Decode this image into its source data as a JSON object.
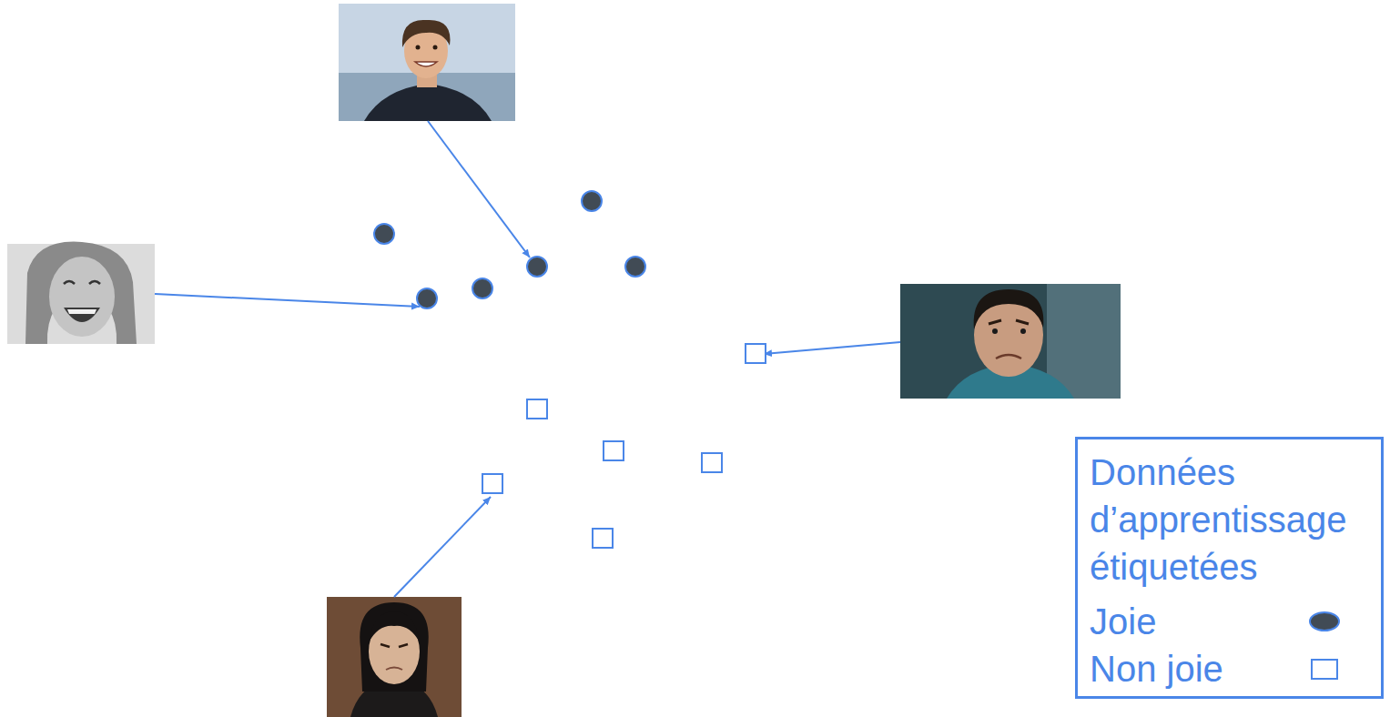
{
  "diagram": {
    "labels": [
      "Données d’apprentissage étiquetées"
    ],
    "legend": [
      {
        "text": "Joie",
        "color": "#414b55"
      },
      {
        "text": "Non joie"
      }
    ]
  }
}
